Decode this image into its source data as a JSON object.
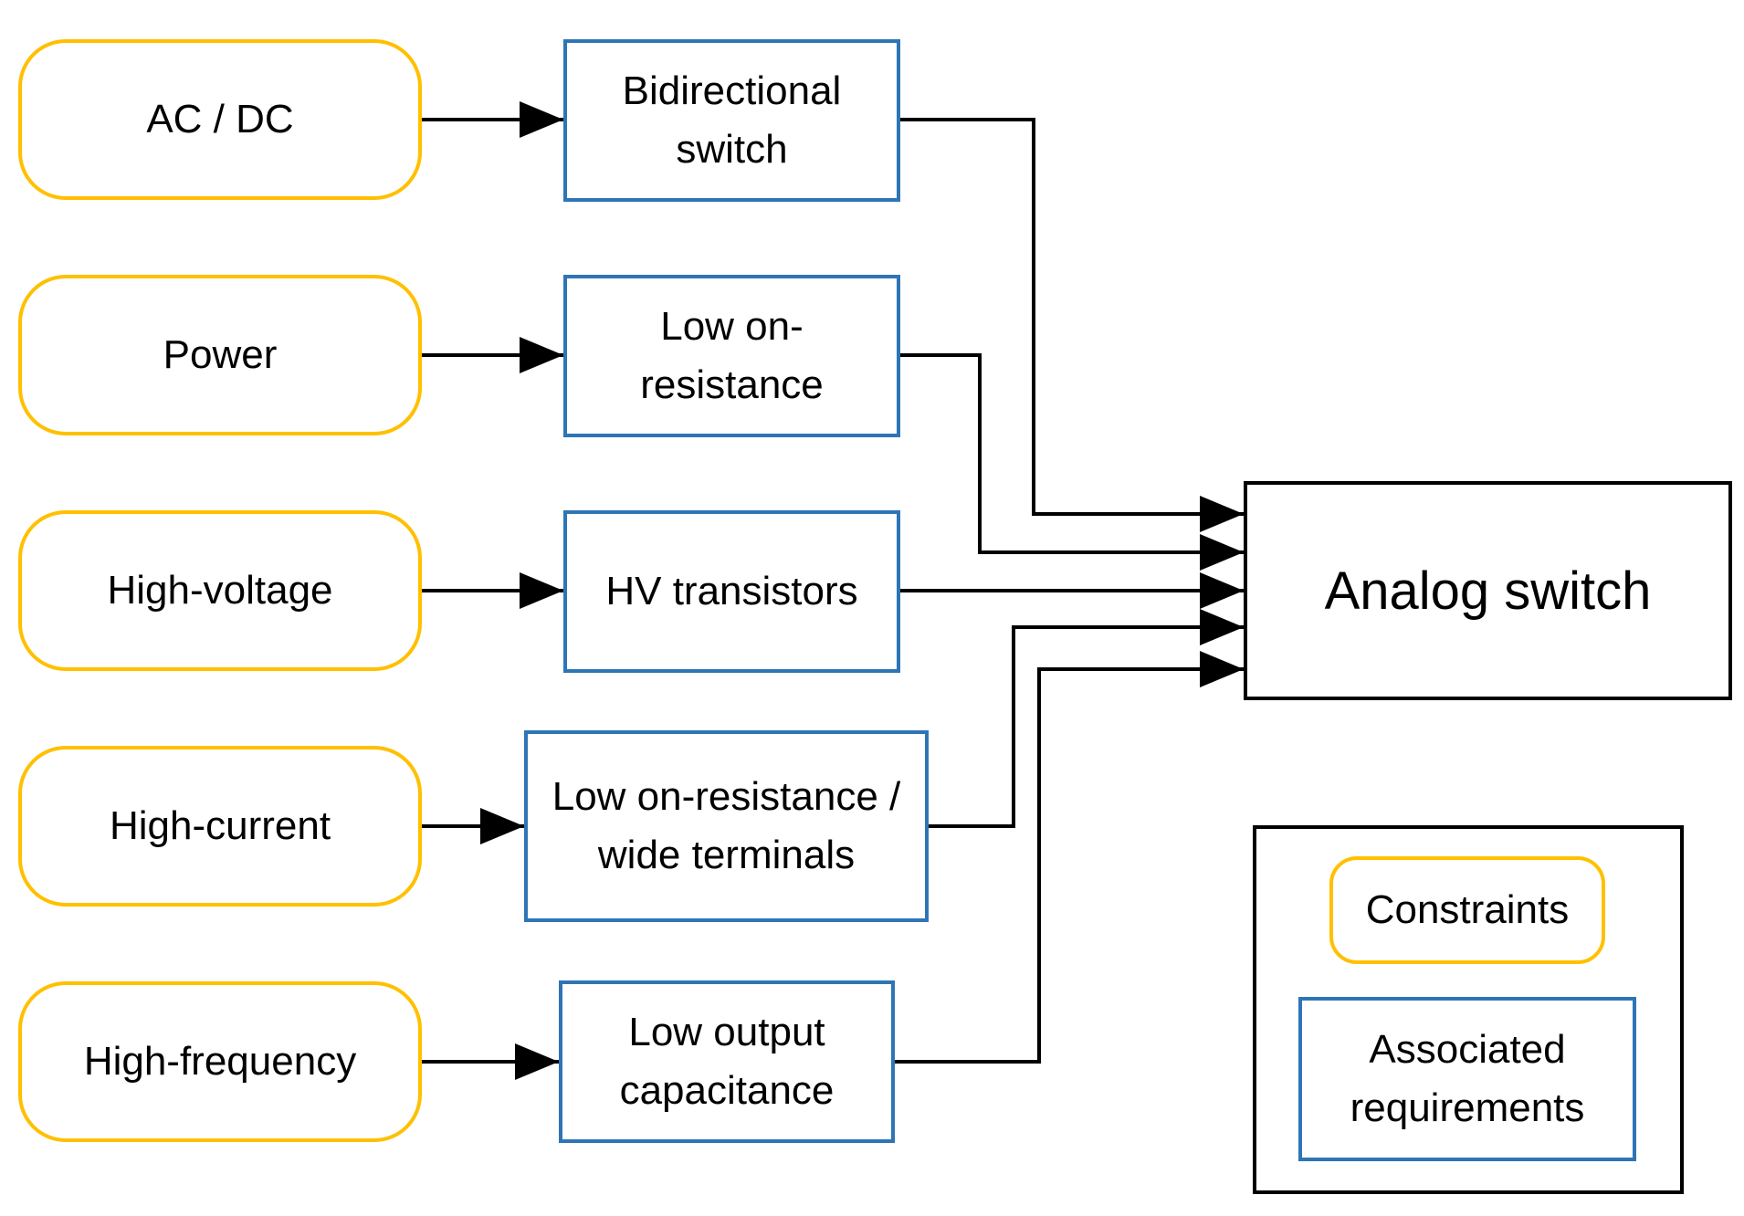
{
  "colors": {
    "constraint_border": "#ffc000",
    "requirement_border": "#2e75b6",
    "line": "#000000"
  },
  "constraints": [
    "AC / DC",
    "Power",
    "High-voltage",
    "High-current",
    "High-frequency"
  ],
  "requirements": [
    "Bidirectional switch",
    "Low on-resistance",
    "HV transistors",
    "Low on-resistance / wide terminals",
    "Low output capacitance"
  ],
  "target": "Analog switch",
  "legend": {
    "constraints": "Constraints",
    "requirements": "Associated requirements"
  },
  "edges": [
    {
      "from": "AC / DC",
      "to": "Bidirectional switch"
    },
    {
      "from": "Power",
      "to": "Low on-resistance"
    },
    {
      "from": "High-voltage",
      "to": "HV transistors"
    },
    {
      "from": "High-current",
      "to": "Low on-resistance / wide terminals"
    },
    {
      "from": "High-frequency",
      "to": "Low output capacitance"
    },
    {
      "from": "Bidirectional switch",
      "to": "Analog switch"
    },
    {
      "from": "Low on-resistance",
      "to": "Analog switch"
    },
    {
      "from": "HV transistors",
      "to": "Analog switch"
    },
    {
      "from": "Low on-resistance / wide terminals",
      "to": "Analog switch"
    },
    {
      "from": "Low output capacitance",
      "to": "Analog switch"
    }
  ]
}
